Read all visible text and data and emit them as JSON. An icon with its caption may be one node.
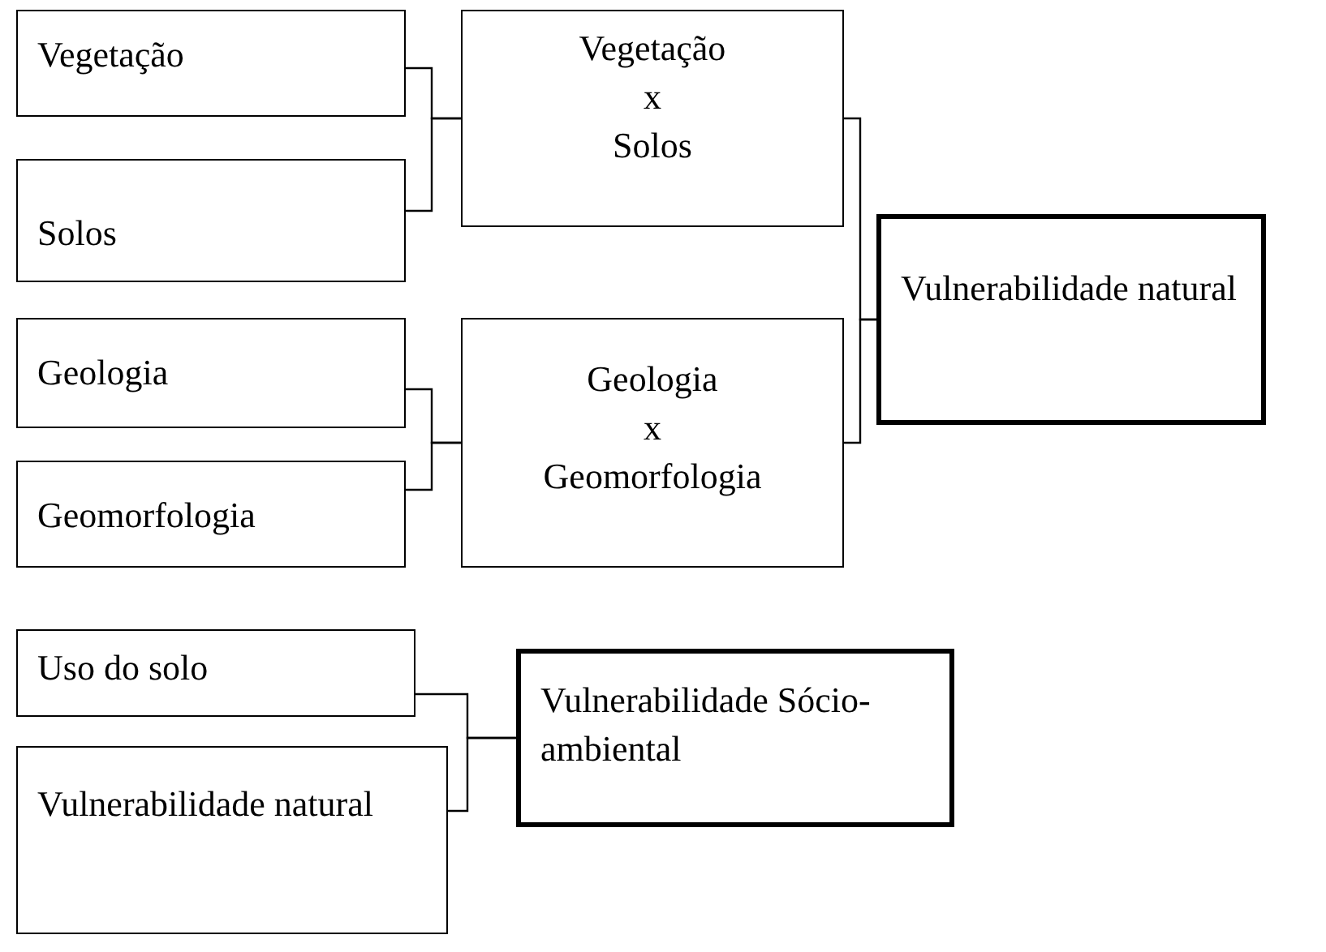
{
  "diagram": {
    "nodes": [
      {
        "text": [
          "Vegetação"
        ]
      },
      {
        "text": [
          "Solos"
        ]
      },
      {
        "text": [
          "Geologia"
        ]
      },
      {
        "text": [
          "Geomorfologia"
        ]
      },
      {
        "text": [
          "Vegetação",
          "x",
          "Solos"
        ]
      },
      {
        "text": [
          "Geologia",
          "x",
          "Geomorfologia"
        ]
      },
      {
        "text": [
          "Vulnerabilidade natural"
        ]
      },
      {
        "text": [
          "Uso do solo"
        ]
      },
      {
        "text": [
          "Vulnerabilidade natural"
        ]
      },
      {
        "text": [
          "Vulnerabilidade Sócio-ambiental"
        ]
      }
    ],
    "edges": [
      {
        "from": 0,
        "to": 4,
        "arrow": "none"
      },
      {
        "from": 1,
        "to": 4,
        "arrow": "none"
      },
      {
        "from": 2,
        "to": 5,
        "arrow": "none"
      },
      {
        "from": 3,
        "to": 5,
        "arrow": "none"
      },
      {
        "from": 4,
        "to": 6,
        "arrow": "none"
      },
      {
        "from": 5,
        "to": 6,
        "arrow": "none"
      },
      {
        "from": 7,
        "to": 9,
        "arrow": "none"
      },
      {
        "from": 8,
        "to": 9,
        "arrow": "none"
      }
    ]
  }
}
